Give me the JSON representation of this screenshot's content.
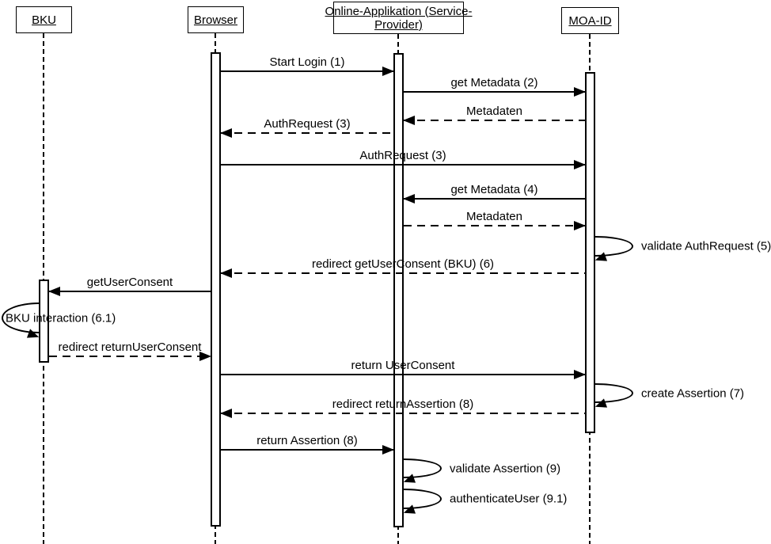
{
  "diagram_type": "uml-sequence-diagram",
  "colors": {
    "line": "#000000",
    "background": "#ffffff"
  },
  "actors": [
    {
      "id": "bku",
      "label": "BKU"
    },
    {
      "id": "browser",
      "label": "Browser"
    },
    {
      "id": "online-applikation",
      "label": "Online-Applikation (Service-Provider)",
      "display_lines": [
        "Online-Applikation (Service-",
        "Provider)"
      ]
    },
    {
      "id": "moa-id",
      "label": "MOA-ID"
    }
  ],
  "messages": [
    {
      "label": "Start Login (1)",
      "from": "browser",
      "to": "online-applikation",
      "line": "solid"
    },
    {
      "label": "get Metadata (2)",
      "from": "online-applikation",
      "to": "moa-id",
      "line": "solid"
    },
    {
      "label": "Metadaten",
      "from": "moa-id",
      "to": "online-applikation",
      "line": "dashed"
    },
    {
      "label": "AuthRequest (3)",
      "from": "online-applikation",
      "to": "browser",
      "line": "dashed"
    },
    {
      "label": "AuthRequest (3)",
      "from": "browser",
      "to": "moa-id",
      "line": "solid"
    },
    {
      "label": "get Metadata (4)",
      "from": "moa-id",
      "to": "online-applikation",
      "line": "solid"
    },
    {
      "label": "Metadaten",
      "from": "online-applikation",
      "to": "moa-id",
      "line": "dashed"
    },
    {
      "label": "validate AuthRequest (5)",
      "from": "moa-id",
      "to": "moa-id",
      "line": "self"
    },
    {
      "label": "redirect getUserConsent (BKU) (6)",
      "from": "moa-id",
      "to": "browser",
      "line": "dashed"
    },
    {
      "label": "getUserConsent",
      "from": "browser",
      "to": "bku",
      "line": "solid"
    },
    {
      "label": "BKU interaction (6.1)",
      "from": "bku",
      "to": "bku",
      "line": "self"
    },
    {
      "label": "redirect returnUserConsent",
      "from": "bku",
      "to": "browser",
      "line": "dashed"
    },
    {
      "label": "return UserConsent",
      "from": "browser",
      "to": "moa-id",
      "line": "solid"
    },
    {
      "label": "create Assertion (7)",
      "from": "moa-id",
      "to": "moa-id",
      "line": "self"
    },
    {
      "label": "redirect returnAssertion (8)",
      "from": "moa-id",
      "to": "browser",
      "line": "dashed"
    },
    {
      "label": "return Assertion (8)",
      "from": "browser",
      "to": "online-applikation",
      "line": "solid"
    },
    {
      "label": "validate Assertion (9)",
      "from": "online-applikation",
      "to": "online-applikation",
      "line": "self"
    },
    {
      "label": "authenticateUser (9.1)",
      "from": "online-applikation",
      "to": "online-applikation",
      "line": "self"
    }
  ]
}
